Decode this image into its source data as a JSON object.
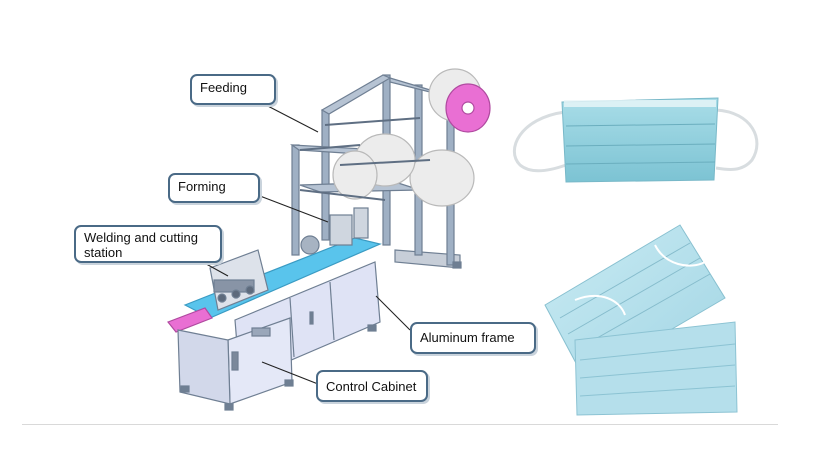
{
  "labels": {
    "feeding": "Feeding",
    "forming": "Forming",
    "welding_line1": "Welding and cutting",
    "welding_line2": "station",
    "aluminum_frame": "Aluminum frame",
    "control_cabinet": "Control Cabinet"
  },
  "colors": {
    "frame_steel": "#8a9bb0",
    "table_blue": "#59c4ec",
    "cabinet_panel": "#dfe3f5",
    "roll_gray": "#e8e8e8",
    "pink_accent": "#e96fd3",
    "mask_teal": "#8fd1de",
    "mask_light": "#b9e2ec",
    "callout_border": "#4a6a86"
  }
}
